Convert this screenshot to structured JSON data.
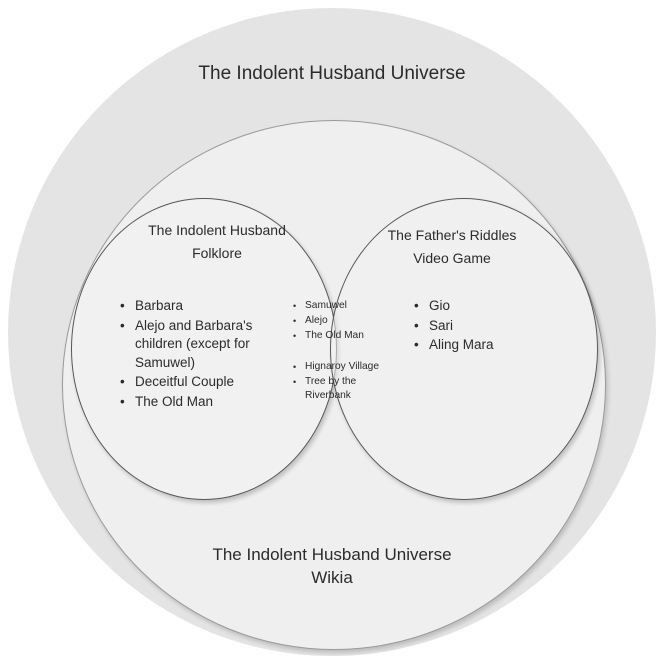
{
  "diagram": {
    "type": "venn",
    "outer_label": "The Indolent Husband Universe",
    "container_label": "The Indolent Husband Universe\nWikia",
    "container_label_line1": "The Indolent Husband Universe",
    "container_label_line2": "Wikia",
    "colors": {
      "outer_fill": "#e4e4e4",
      "container_fill": "#efefef",
      "set_fill": "#f1f1f1",
      "stroke": "#575757",
      "text": "#2b2b2b",
      "page_background": "#ffffff"
    },
    "left_set": {
      "title_line1": "The Indolent Husband",
      "title_line2": "Folklore",
      "items": [
        "Barbara",
        "Alejo and Barbara's children (except for Samuwel)",
        "Deceitful Couple",
        "The Old Man"
      ]
    },
    "right_set": {
      "title_line1": "The Father's Riddles",
      "title_line2": "Video Game",
      "items": [
        "Gio",
        "Sari",
        "Aling Mara"
      ]
    },
    "intersection": {
      "characters": [
        "Samuwel",
        "Alejo",
        "The Old Man"
      ],
      "places": [
        "Hignaroy Village",
        "Tree by the Riverbank"
      ]
    }
  }
}
